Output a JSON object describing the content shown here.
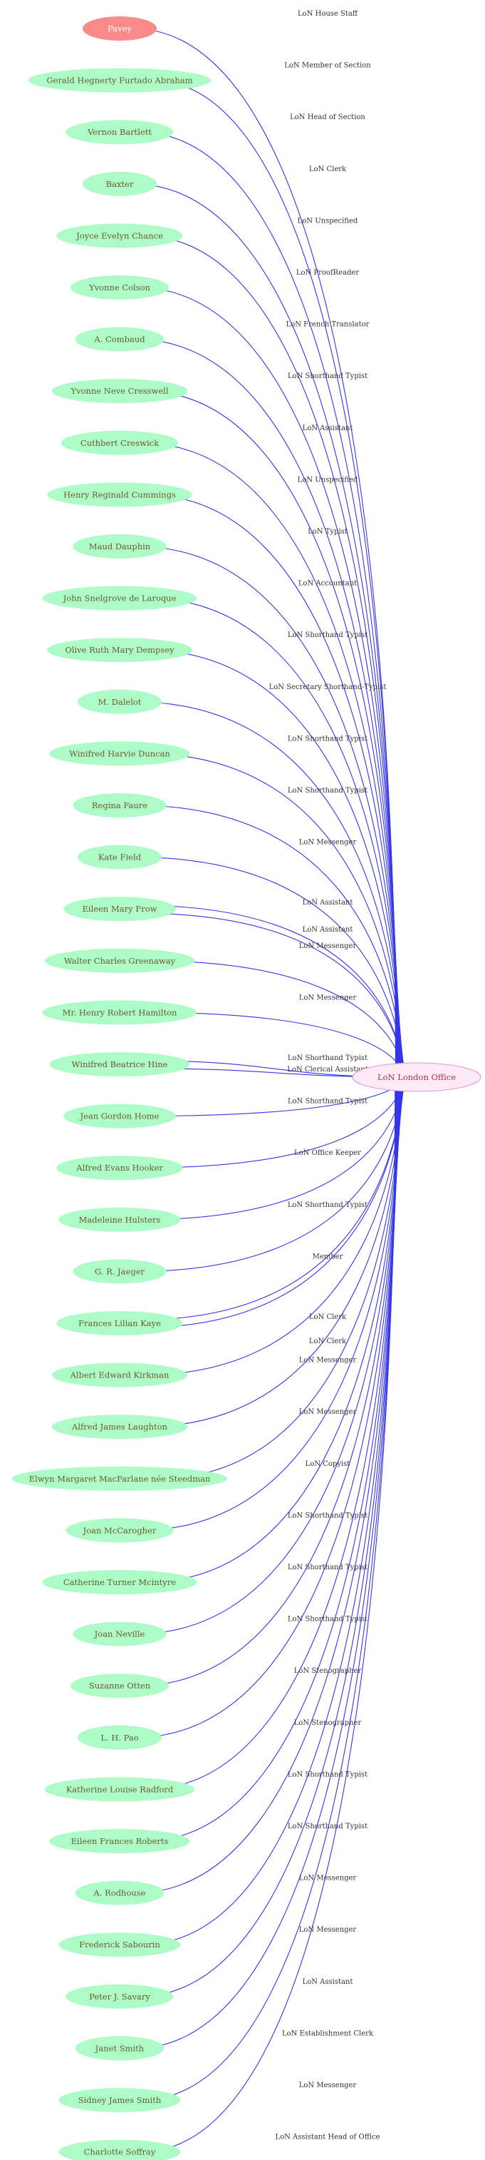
{
  "colors": {
    "edge": "#3535e8",
    "node_fill": "#adfcc8",
    "node_text": "#6b5a2a",
    "highlight_fill": "#fa8a8a",
    "highlight_text": "#ffffff",
    "target_fill": "#fdeaf6",
    "target_stroke": "#d998cf",
    "target_text": "#a33a38"
  },
  "target": {
    "label": "LoN London Office"
  },
  "nodes": [
    {
      "name": "Pavey",
      "role": "LoN House Staff",
      "highlight": true
    },
    {
      "name": "Gerald Hegnerty Furtado Abraham",
      "role": "LoN Member of Section"
    },
    {
      "name": "Vernon Bartlett",
      "role": "LoN Head of Section"
    },
    {
      "name": "Baxter",
      "role": "LoN Clerk"
    },
    {
      "name": "Joyce Evelyn Chance",
      "role": "LoN Unspecified"
    },
    {
      "name": "Yvonne Colson",
      "role": "LoN ProofReader"
    },
    {
      "name": "A.  Combaud",
      "role": "LoN French Translator"
    },
    {
      "name": "Yvonne Neve Cresswell",
      "role": "LoN Shorthand Typist"
    },
    {
      "name": "Cuthbert Creswick",
      "role": "LoN Assistant"
    },
    {
      "name": "Henry Reginald Cummings",
      "role": "LoN Unspecified"
    },
    {
      "name": "Maud Dauphin",
      "role": "LoN Typist"
    },
    {
      "name": "John Snelgrove de Laroque",
      "role": "LoN Accountant"
    },
    {
      "name": "Olive Ruth Mary Dempsey",
      "role": "LoN Shorthand Typist"
    },
    {
      "name": "M. Dalelot",
      "role": "LoN Secretary Shorthand-Typist"
    },
    {
      "name": "Winifred Harvie Duncan",
      "role": "LoN Shorthand Typist"
    },
    {
      "name": "Regina Faure",
      "role": "LoN Shorthand Typist"
    },
    {
      "name": "Kate Field",
      "role": "LoN Messenger"
    },
    {
      "name": "Eileen Mary Frow",
      "roles": [
        "LoN Assistant",
        "LoN Assistant"
      ]
    },
    {
      "name": "Walter Charles Greenaway",
      "role": "LoN Messenger"
    },
    {
      "name": "Mr. Henry Robert Hamilton",
      "role": "LoN Messenger"
    },
    {
      "name": "Winifred Beatrice Hine",
      "roles": [
        "LoN Shorthand Typist",
        "LoN Clerical Assistant"
      ]
    },
    {
      "name": "Jean Gordon Home",
      "role": "LoN Shorthand Typist"
    },
    {
      "name": "Alfred Evans Hooker",
      "role": "LoN Office Keeper"
    },
    {
      "name": "Madeleine Hulsters",
      "role": "LoN Shorthand Typist"
    },
    {
      "name": "G. R. Jaeger",
      "role": "Member"
    },
    {
      "name": "Frances Lilian Kaye",
      "roles": [
        "LoN Clerk",
        "LoN Clerk"
      ]
    },
    {
      "name": "Albert Edward Kirkman",
      "role": "LoN Messenger"
    },
    {
      "name": "Alfred James Laughton",
      "role": "LoN Messenger"
    },
    {
      "name": "Elwyn Margaret MacFarlane née Steedman",
      "role": "LoN Copyist"
    },
    {
      "name": "Joan McCarogher",
      "role": "LoN Shorthand Typist"
    },
    {
      "name": "Catherine Turner Mcintyre",
      "role": "LoN Shorthand Typist"
    },
    {
      "name": "Joan Neville",
      "role": "LoN Shorthand Typist"
    },
    {
      "name": "Suzanne Otten",
      "role": "LoN Stenographer"
    },
    {
      "name": "L. H.  Pao",
      "role": "LoN Stenographer"
    },
    {
      "name": "Katherine Louise Radford",
      "role": "LoN Shorthand Typist"
    },
    {
      "name": "Eileen Frances Roberts",
      "role": "LoN Shorthand Typist"
    },
    {
      "name": "A. Rodhouse",
      "role": "LoN Messenger"
    },
    {
      "name": "Frederick Sabourin",
      "role": "LoN Messenger"
    },
    {
      "name": "Peter J. Savary",
      "role": "LoN Assistant"
    },
    {
      "name": "Janet Smith",
      "role": "LoN Establishment Clerk"
    },
    {
      "name": "Sidney James Smith",
      "role": "LoN Messenger"
    },
    {
      "name": "Charlotte  Soffray",
      "role": "LoN Assistant Head of Office"
    }
  ]
}
